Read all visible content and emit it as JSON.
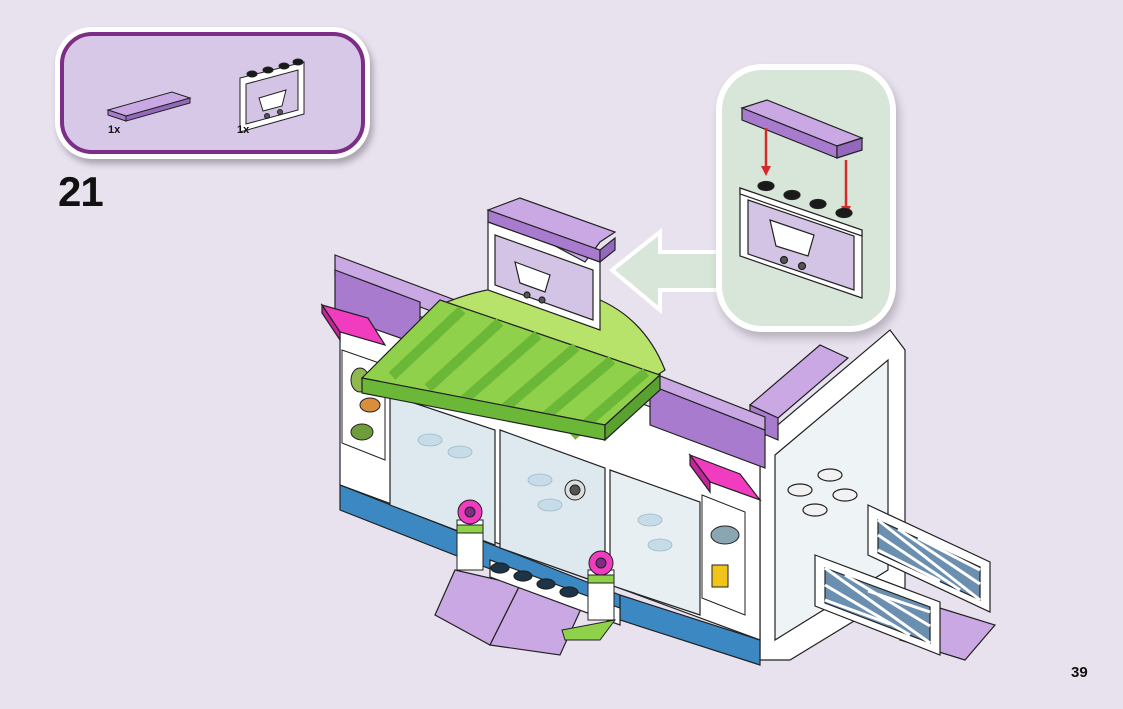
{
  "parts_list": {
    "items": [
      {
        "qty": "1x",
        "part": "lavender-flat-tile-icon"
      },
      {
        "qty": "1x",
        "part": "shopping-cart-panel-icon"
      }
    ]
  },
  "step": {
    "number": "21"
  },
  "page": {
    "number": "39"
  },
  "colors": {
    "lavender": "#c9a8e3",
    "purple_frame": "#7c2d86",
    "magenta": "#f23cc0",
    "lime": "#8fd14a",
    "blue_base": "#3b88c3",
    "callout_bg": "#d8e6da",
    "arrow_red": "#d42a2a"
  }
}
